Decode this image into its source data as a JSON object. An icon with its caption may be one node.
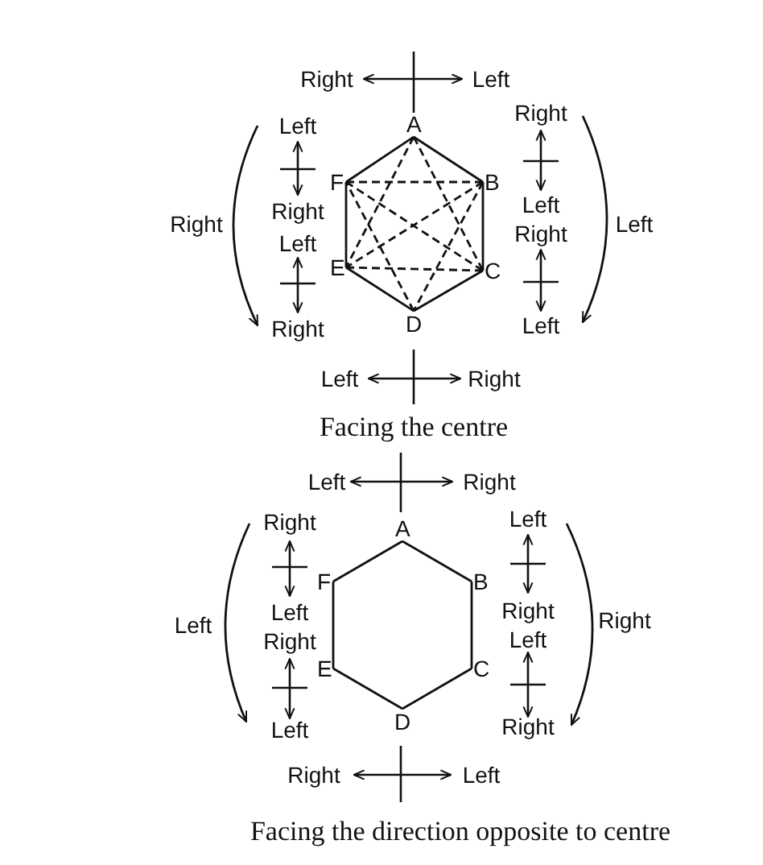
{
  "diagram": {
    "nodes": [
      {
        "text": [
          "A"
        ]
      },
      {
        "text": [
          "B"
        ]
      },
      {
        "text": [
          "C"
        ]
      },
      {
        "text": [
          "D"
        ]
      },
      {
        "text": [
          "E"
        ]
      },
      {
        "text": [
          "F"
        ]
      },
      {
        "text": [
          "A"
        ]
      },
      {
        "text": [
          "B"
        ]
      },
      {
        "text": [
          "C"
        ]
      },
      {
        "text": [
          "D"
        ]
      },
      {
        "text": [
          "E"
        ]
      },
      {
        "text": [
          "F"
        ]
      }
    ],
    "edges": [
      {
        "from": 0,
        "to": 1,
        "arrow": "none"
      },
      {
        "from": 1,
        "to": 2,
        "arrow": "none"
      },
      {
        "from": 2,
        "to": 3,
        "arrow": "none"
      },
      {
        "from": 3,
        "to": 4,
        "arrow": "none"
      },
      {
        "from": 4,
        "to": 5,
        "arrow": "none"
      },
      {
        "from": 5,
        "to": 0,
        "arrow": "none"
      },
      {
        "from": 0,
        "to": 2,
        "arrow": "none",
        "style": "dashed"
      },
      {
        "from": 0,
        "to": 4,
        "arrow": "none",
        "style": "dashed"
      },
      {
        "from": 2,
        "to": 4,
        "arrow": "none",
        "style": "dashed"
      },
      {
        "from": 1,
        "to": 3,
        "arrow": "none",
        "style": "dashed"
      },
      {
        "from": 3,
        "to": 5,
        "arrow": "none",
        "style": "dashed"
      },
      {
        "from": 5,
        "to": 1,
        "arrow": "none",
        "style": "dashed"
      },
      {
        "from": 5,
        "to": 2,
        "arrow": "none",
        "style": "dashed"
      },
      {
        "from": 1,
        "to": 4,
        "arrow": "none",
        "style": "dashed"
      },
      {
        "from": 6,
        "to": 7,
        "arrow": "none"
      },
      {
        "from": 7,
        "to": 8,
        "arrow": "none"
      },
      {
        "from": 8,
        "to": 9,
        "arrow": "none"
      },
      {
        "from": 9,
        "to": 10,
        "arrow": "none"
      },
      {
        "from": 10,
        "to": 11,
        "arrow": "none"
      },
      {
        "from": 11,
        "to": 6,
        "arrow": "none"
      }
    ],
    "labels": [
      "Right",
      "Left",
      "Left",
      "Right",
      "Right",
      "Right",
      "Left",
      "Left",
      "Left",
      "Right",
      "Right",
      "Left",
      "Left",
      "Right",
      "Facing the centre",
      "Left",
      "Right",
      "Right",
      "Left",
      "Left",
      "Right",
      "Left",
      "Right",
      "Right",
      "Left",
      "Left",
      "Right",
      "Right",
      "Left",
      "Facing the direction opposite to centre"
    ]
  }
}
